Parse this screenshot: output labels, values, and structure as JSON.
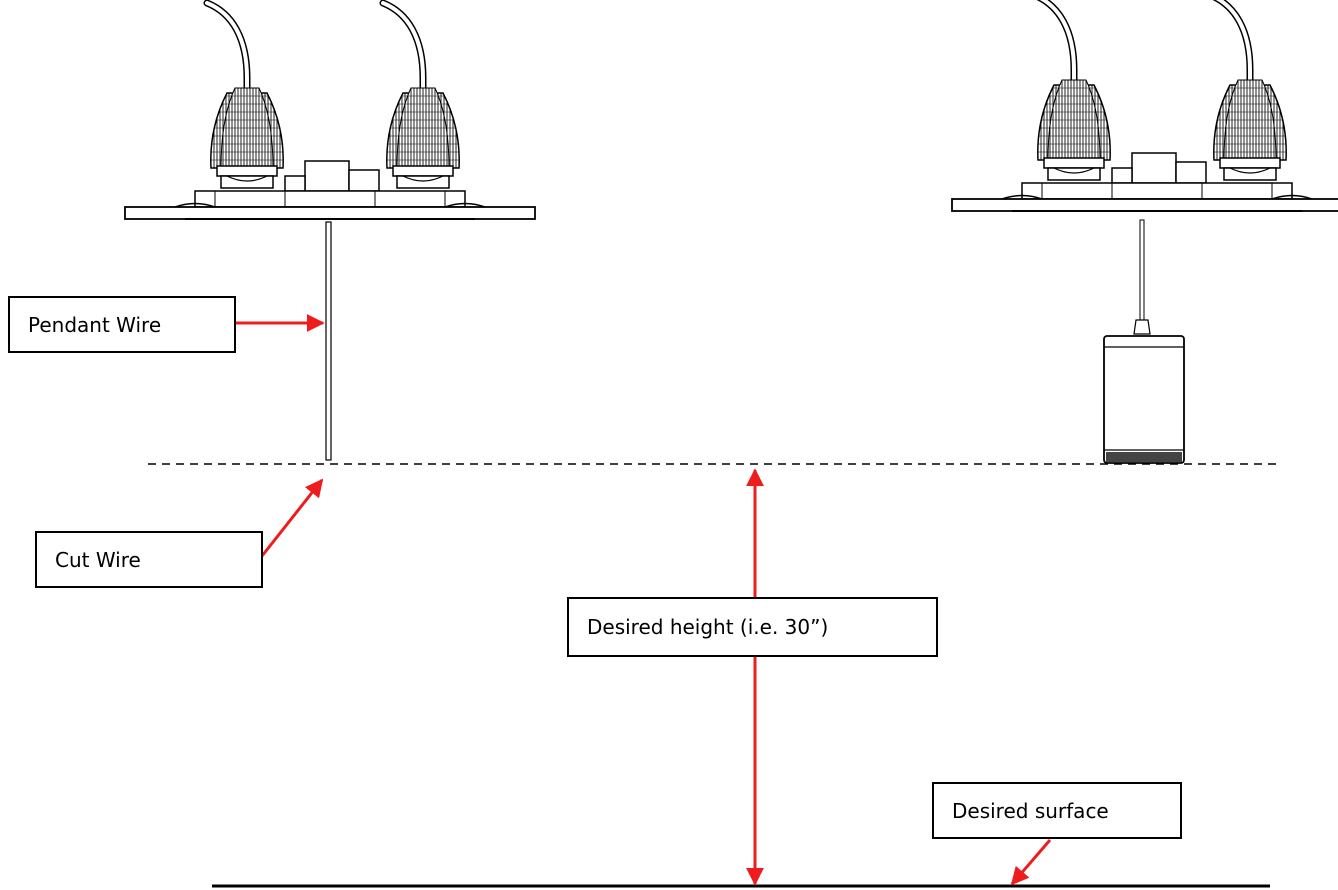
{
  "labels": {
    "pendant_wire": "Pendant Wire",
    "cut_wire": "Cut Wire",
    "desired_height": "Desired height (i.e. 30”)",
    "desired_surface": "Desired surface"
  },
  "colors": {
    "arrow": "#ee1c1c",
    "line": "#000000",
    "background": "#ffffff"
  }
}
